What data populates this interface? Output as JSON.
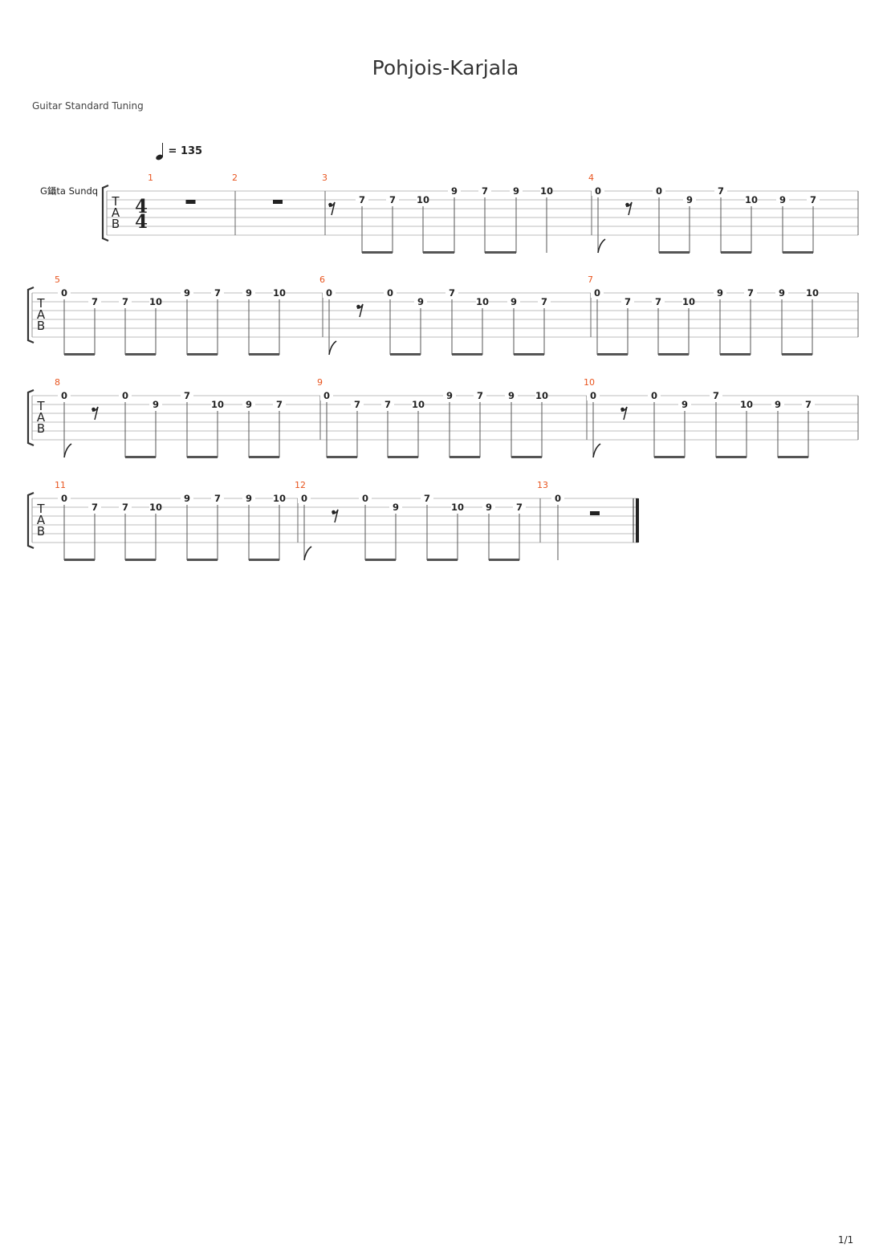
{
  "title": "Pohjois-Karjala",
  "tuning": "Guitar Standard Tuning",
  "tempo": {
    "symbol": "quarter-note-icon",
    "text": "= 135"
  },
  "track_name": "G鑷ta Sundq",
  "time_signature": {
    "top": "4",
    "bottom": "4"
  },
  "tab_letters": [
    "T",
    "A",
    "B"
  ],
  "page_number": "1/1",
  "systems": [
    {
      "measures": [
        {
          "number": "1",
          "events": [
            {
              "type": "half-rest"
            }
          ]
        },
        {
          "number": "2",
          "events": [
            {
              "type": "half-rest"
            }
          ]
        },
        {
          "number": "3",
          "events": [
            {
              "type": "eighth-rest"
            },
            {
              "type": "note",
              "fret": "7",
              "string": 2
            },
            {
              "type": "note",
              "fret": "7",
              "string": 2
            },
            {
              "type": "note",
              "fret": "10",
              "string": 2
            },
            {
              "type": "note",
              "fret": "9",
              "string": 1
            },
            {
              "type": "note",
              "fret": "7",
              "string": 1
            },
            {
              "type": "note",
              "fret": "9",
              "string": 1
            },
            {
              "type": "note",
              "fret": "10",
              "string": 1
            }
          ]
        },
        {
          "number": "4",
          "events": [
            {
              "type": "note",
              "fret": "0",
              "string": 1,
              "flag": true
            },
            {
              "type": "eighth-rest"
            },
            {
              "type": "note",
              "fret": "0",
              "string": 1
            },
            {
              "type": "note",
              "fret": "9",
              "string": 2
            },
            {
              "type": "note",
              "fret": "7",
              "string": 1
            },
            {
              "type": "note",
              "fret": "10",
              "string": 2
            },
            {
              "type": "note",
              "fret": "9",
              "string": 2
            },
            {
              "type": "note",
              "fret": "7",
              "string": 2
            }
          ]
        }
      ]
    },
    {
      "measures": [
        {
          "number": "5",
          "events": [
            {
              "type": "note",
              "fret": "0",
              "string": 1
            },
            {
              "type": "note",
              "fret": "7",
              "string": 2
            },
            {
              "type": "note",
              "fret": "7",
              "string": 2
            },
            {
              "type": "note",
              "fret": "10",
              "string": 2
            },
            {
              "type": "note",
              "fret": "9",
              "string": 1
            },
            {
              "type": "note",
              "fret": "7",
              "string": 1
            },
            {
              "type": "note",
              "fret": "9",
              "string": 1
            },
            {
              "type": "note",
              "fret": "10",
              "string": 1
            }
          ]
        },
        {
          "number": "6",
          "events": [
            {
              "type": "note",
              "fret": "0",
              "string": 1,
              "flag": true
            },
            {
              "type": "eighth-rest"
            },
            {
              "type": "note",
              "fret": "0",
              "string": 1
            },
            {
              "type": "note",
              "fret": "9",
              "string": 2
            },
            {
              "type": "note",
              "fret": "7",
              "string": 1
            },
            {
              "type": "note",
              "fret": "10",
              "string": 2
            },
            {
              "type": "note",
              "fret": "9",
              "string": 2
            },
            {
              "type": "note",
              "fret": "7",
              "string": 2
            }
          ]
        },
        {
          "number": "7",
          "events": [
            {
              "type": "note",
              "fret": "0",
              "string": 1
            },
            {
              "type": "note",
              "fret": "7",
              "string": 2
            },
            {
              "type": "note",
              "fret": "7",
              "string": 2
            },
            {
              "type": "note",
              "fret": "10",
              "string": 2
            },
            {
              "type": "note",
              "fret": "9",
              "string": 1
            },
            {
              "type": "note",
              "fret": "7",
              "string": 1
            },
            {
              "type": "note",
              "fret": "9",
              "string": 1
            },
            {
              "type": "note",
              "fret": "10",
              "string": 1
            }
          ]
        }
      ]
    },
    {
      "measures": [
        {
          "number": "8",
          "events": [
            {
              "type": "note",
              "fret": "0",
              "string": 1,
              "flag": true
            },
            {
              "type": "eighth-rest"
            },
            {
              "type": "note",
              "fret": "0",
              "string": 1
            },
            {
              "type": "note",
              "fret": "9",
              "string": 2
            },
            {
              "type": "note",
              "fret": "7",
              "string": 1
            },
            {
              "type": "note",
              "fret": "10",
              "string": 2
            },
            {
              "type": "note",
              "fret": "9",
              "string": 2
            },
            {
              "type": "note",
              "fret": "7",
              "string": 2
            }
          ]
        },
        {
          "number": "9",
          "events": [
            {
              "type": "note",
              "fret": "0",
              "string": 1
            },
            {
              "type": "note",
              "fret": "7",
              "string": 2
            },
            {
              "type": "note",
              "fret": "7",
              "string": 2
            },
            {
              "type": "note",
              "fret": "10",
              "string": 2
            },
            {
              "type": "note",
              "fret": "9",
              "string": 1
            },
            {
              "type": "note",
              "fret": "7",
              "string": 1
            },
            {
              "type": "note",
              "fret": "9",
              "string": 1
            },
            {
              "type": "note",
              "fret": "10",
              "string": 1
            }
          ]
        },
        {
          "number": "10",
          "events": [
            {
              "type": "note",
              "fret": "0",
              "string": 1,
              "flag": true
            },
            {
              "type": "eighth-rest"
            },
            {
              "type": "note",
              "fret": "0",
              "string": 1
            },
            {
              "type": "note",
              "fret": "9",
              "string": 2
            },
            {
              "type": "note",
              "fret": "7",
              "string": 1
            },
            {
              "type": "note",
              "fret": "10",
              "string": 2
            },
            {
              "type": "note",
              "fret": "9",
              "string": 2
            },
            {
              "type": "note",
              "fret": "7",
              "string": 2
            }
          ]
        }
      ]
    },
    {
      "measures": [
        {
          "number": "11",
          "events": [
            {
              "type": "note",
              "fret": "0",
              "string": 1
            },
            {
              "type": "note",
              "fret": "7",
              "string": 2
            },
            {
              "type": "note",
              "fret": "7",
              "string": 2
            },
            {
              "type": "note",
              "fret": "10",
              "string": 2
            },
            {
              "type": "note",
              "fret": "9",
              "string": 1
            },
            {
              "type": "note",
              "fret": "7",
              "string": 1
            },
            {
              "type": "note",
              "fret": "9",
              "string": 1
            },
            {
              "type": "note",
              "fret": "10",
              "string": 1
            }
          ]
        },
        {
          "number": "12",
          "events": [
            {
              "type": "note",
              "fret": "0",
              "string": 1,
              "flag": true
            },
            {
              "type": "eighth-rest"
            },
            {
              "type": "note",
              "fret": "0",
              "string": 1
            },
            {
              "type": "note",
              "fret": "9",
              "string": 2
            },
            {
              "type": "note",
              "fret": "7",
              "string": 1
            },
            {
              "type": "note",
              "fret": "10",
              "string": 2
            },
            {
              "type": "note",
              "fret": "9",
              "string": 2
            },
            {
              "type": "note",
              "fret": "7",
              "string": 2
            }
          ]
        },
        {
          "number": "13",
          "events": [
            {
              "type": "note",
              "fret": "0",
              "string": 1,
              "stem": true
            },
            {
              "type": "half-rest"
            }
          ]
        }
      ]
    }
  ],
  "colors": {
    "measure_number": "#e8541e",
    "staff_line": "#bdbdbd",
    "ink": "#222222"
  }
}
